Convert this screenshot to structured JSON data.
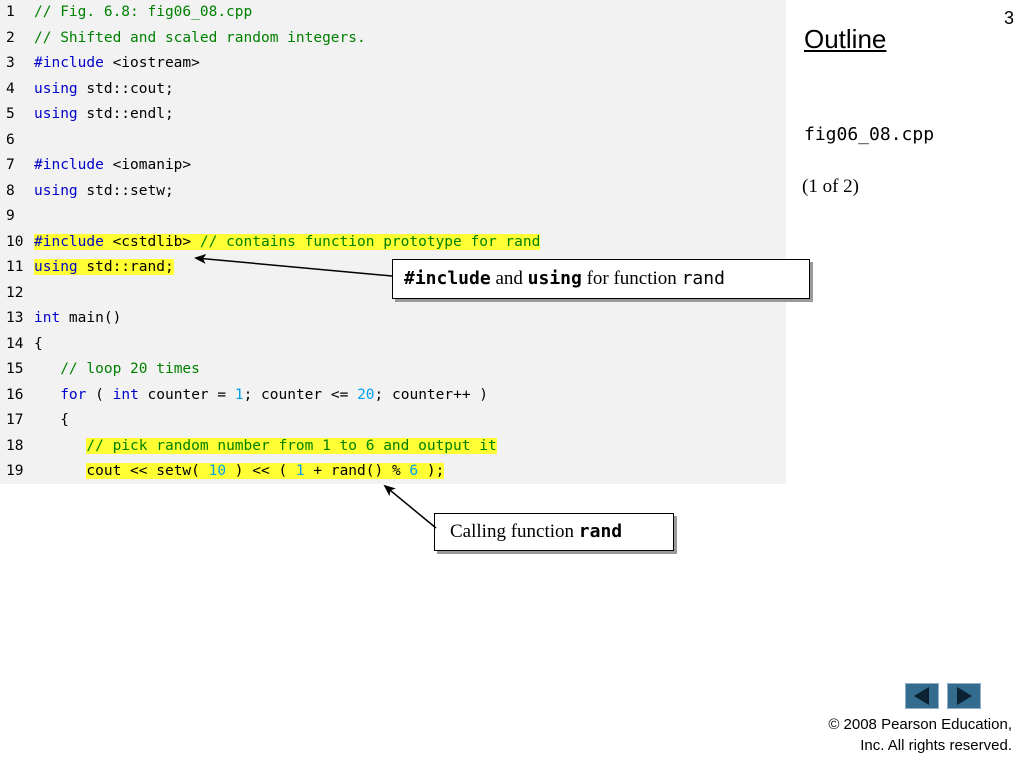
{
  "slide": {
    "number": "3",
    "outline_title": "Outline",
    "file_name": "fig06_08.cpp",
    "page_of": "(1 of 2)"
  },
  "code_lines": [
    {
      "num": "1",
      "highlight": false,
      "tokens": [
        {
          "t": "comment",
          "s": "// Fig. 6.8: fig06_08.cpp"
        }
      ]
    },
    {
      "num": "2",
      "highlight": false,
      "tokens": [
        {
          "t": "comment",
          "s": "// Shifted and scaled random integers."
        }
      ]
    },
    {
      "num": "3",
      "highlight": false,
      "tokens": [
        {
          "t": "kw",
          "s": "#include"
        },
        {
          "t": "plain",
          "s": " <iostream>"
        }
      ]
    },
    {
      "num": "4",
      "highlight": false,
      "tokens": [
        {
          "t": "kw",
          "s": "using"
        },
        {
          "t": "plain",
          "s": " std::cout;"
        }
      ]
    },
    {
      "num": "5",
      "highlight": false,
      "tokens": [
        {
          "t": "kw",
          "s": "using"
        },
        {
          "t": "plain",
          "s": " std::endl;"
        }
      ]
    },
    {
      "num": "6",
      "highlight": false,
      "tokens": []
    },
    {
      "num": "7",
      "highlight": false,
      "tokens": [
        {
          "t": "kw",
          "s": "#include"
        },
        {
          "t": "plain",
          "s": " <iomanip>"
        }
      ]
    },
    {
      "num": "8",
      "highlight": false,
      "tokens": [
        {
          "t": "kw",
          "s": "using"
        },
        {
          "t": "plain",
          "s": " std::setw;"
        }
      ]
    },
    {
      "num": "9",
      "highlight": false,
      "tokens": []
    },
    {
      "num": "10",
      "highlight": true,
      "tokens": [
        {
          "t": "kw",
          "s": "#include"
        },
        {
          "t": "plain",
          "s": " <cstdlib> "
        },
        {
          "t": "comment",
          "s": "// contains function prototype for rand"
        }
      ]
    },
    {
      "num": "11",
      "highlight": true,
      "tokens": [
        {
          "t": "kw",
          "s": "using"
        },
        {
          "t": "plain",
          "s": " std::rand;"
        }
      ]
    },
    {
      "num": "12",
      "highlight": false,
      "tokens": []
    },
    {
      "num": "13",
      "highlight": false,
      "tokens": [
        {
          "t": "kw",
          "s": "int"
        },
        {
          "t": "plain",
          "s": " main()"
        }
      ]
    },
    {
      "num": "14",
      "highlight": false,
      "tokens": [
        {
          "t": "plain",
          "s": "{"
        }
      ]
    },
    {
      "num": "15",
      "highlight": false,
      "tokens": [
        {
          "t": "plain",
          "s": "   "
        },
        {
          "t": "comment",
          "s": "// loop 20 times"
        }
      ]
    },
    {
      "num": "16",
      "highlight": false,
      "tokens": [
        {
          "t": "plain",
          "s": "   "
        },
        {
          "t": "kw",
          "s": "for"
        },
        {
          "t": "plain",
          "s": " ( "
        },
        {
          "t": "kw",
          "s": "int"
        },
        {
          "t": "plain",
          "s": " counter = "
        },
        {
          "t": "num",
          "s": "1"
        },
        {
          "t": "plain",
          "s": "; counter <= "
        },
        {
          "t": "num",
          "s": "20"
        },
        {
          "t": "plain",
          "s": "; counter++ )"
        }
      ]
    },
    {
      "num": "17",
      "highlight": false,
      "tokens": [
        {
          "t": "plain",
          "s": "   {"
        }
      ]
    },
    {
      "num": "18",
      "highlight": true,
      "indent": "      ",
      "tokens": [
        {
          "t": "comment",
          "s": "// pick random number from 1 to 6 and output it"
        }
      ]
    },
    {
      "num": "19",
      "highlight": true,
      "indent": "      ",
      "tokens": [
        {
          "t": "plain",
          "s": "cout << setw( "
        },
        {
          "t": "num",
          "s": "10"
        },
        {
          "t": "plain",
          "s": " ) << ( "
        },
        {
          "t": "num",
          "s": "1"
        },
        {
          "t": "plain",
          "s": " + rand() % "
        },
        {
          "t": "num",
          "s": "6"
        },
        {
          "t": "plain",
          "s": " );"
        }
      ]
    }
  ],
  "callouts": {
    "include_using": {
      "code1": "#include",
      "text1": " and ",
      "code2": "using",
      "text2": " for function ",
      "code3": "rand"
    },
    "calling_rand": {
      "text1": "Calling function ",
      "code1": "rand"
    }
  },
  "nav": {
    "prev_icon": "triangle-left-icon",
    "next_icon": "triangle-right-icon",
    "button_color": "#336c8e"
  },
  "footer": {
    "copyright_line1": "© 2008 Pearson Education,",
    "copyright_line2": "Inc.  All rights reserved."
  },
  "colors": {
    "code_background": "#f2f2f2",
    "highlight": "#ffff33",
    "comment": "#008000",
    "keyword": "#0000cc",
    "number": "#00a0f0"
  }
}
